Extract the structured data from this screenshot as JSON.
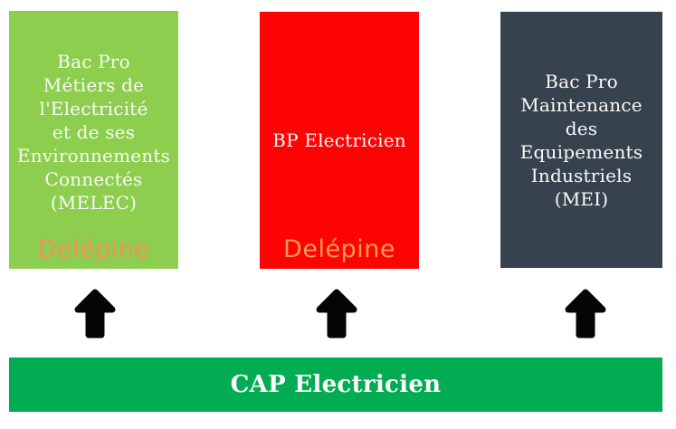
{
  "diagram": {
    "title": "CAP Electricien progression pathways",
    "background_color": "#FFFFFF",
    "arrow_color": "#050505",
    "box_text_color": "#FBFAF6",
    "boxes": [
      {
        "id": "bac-pro-melec",
        "label": "Bac Pro\nMétiers de\nl'Electricité\net de ses\nEnvironnements\nConnectés\n(MELEC)",
        "school": "Delépine",
        "bg": "#8DCE4F",
        "school_color": "#F1915E"
      },
      {
        "id": "bp-electricien",
        "label": "BP Electricien",
        "school": "Delépine",
        "bg": "#FE0303",
        "school_color": "#F79C4E"
      },
      {
        "id": "bac-pro-mei",
        "label": "Bac Pro\nMaintenance\ndes\nEquipements\nIndustriels\n(MEI)",
        "school": "",
        "bg": "#37424F",
        "school_color": ""
      }
    ],
    "base": {
      "label": "CAP Electricien",
      "bg": "#01AC53",
      "text_color": "#FFFFFF"
    }
  }
}
